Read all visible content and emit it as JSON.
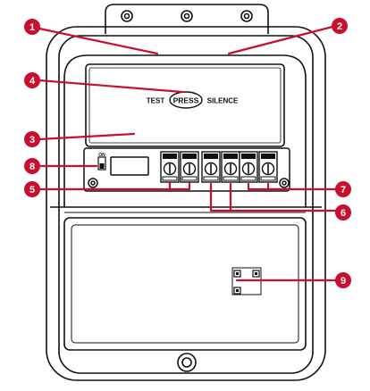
{
  "device": {
    "test_label": "TEST",
    "press_label": "PRESS",
    "silence_label": "SILENCE",
    "switch_label": "ON"
  },
  "callouts": [
    {
      "number": "1"
    },
    {
      "number": "2"
    },
    {
      "number": "3"
    },
    {
      "number": "4"
    },
    {
      "number": "5"
    },
    {
      "number": "6"
    },
    {
      "number": "7"
    },
    {
      "number": "8"
    },
    {
      "number": "9"
    }
  ],
  "colors": {
    "callout": "#c8102e",
    "outline": "#111111",
    "background": "#ffffff"
  }
}
